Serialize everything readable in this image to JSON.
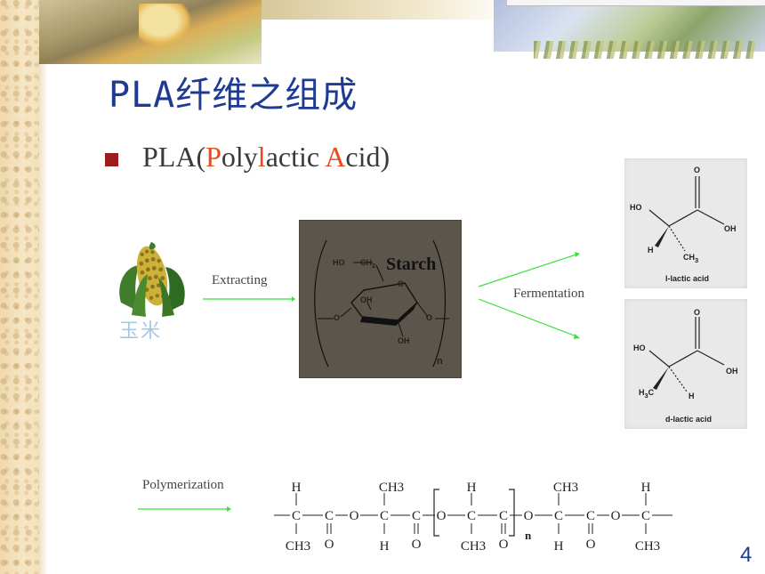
{
  "slide": {
    "title": "PLA纤维之组成",
    "bullet": {
      "prefix": "PLA(",
      "p": "P",
      "mid1": "oly",
      "l": "l",
      "mid2": "actic ",
      "a": "A",
      "suffix": "cid)"
    },
    "page_number": "4"
  },
  "process": {
    "source_label": "玉米",
    "extracting_label": "Extracting",
    "fermentation_label": "Fermentation",
    "polymerization_label": "Polymerization"
  },
  "starch": {
    "label": "Starch",
    "ho": "HO",
    "ch2": "CH",
    "ch2_sub": "2",
    "o_ring": "O",
    "oh_top": "OH",
    "oh_bottom": "OH",
    "o_left": "O",
    "o_right": "O",
    "n": "n"
  },
  "l_lactic": {
    "o": "O",
    "ho": "HO",
    "oh": "OH",
    "h": "H",
    "ch3": "CH",
    "ch3_sub": "3",
    "name": "l-lactic acid"
  },
  "d_lactic": {
    "o": "O",
    "ho": "HO",
    "oh": "OH",
    "h": "H",
    "h3c_h": "H",
    "h3c_3": "3",
    "h3c_c": "C",
    "name": "d-lactic acid"
  },
  "polymer": {
    "top": [
      "H",
      "CH3",
      "H",
      "CH3",
      "H"
    ],
    "bottom": [
      "CH3",
      "O",
      "H",
      "O",
      "CH3",
      "O",
      "H",
      "O",
      "CH3"
    ],
    "c": "C",
    "o": "O",
    "n": "n"
  },
  "colors": {
    "title": "#1f3a93",
    "accent": "#e84a1c",
    "bullet": "#9c1b1b",
    "arrow": "#3be03b",
    "starch_bg": "#5b554b"
  }
}
